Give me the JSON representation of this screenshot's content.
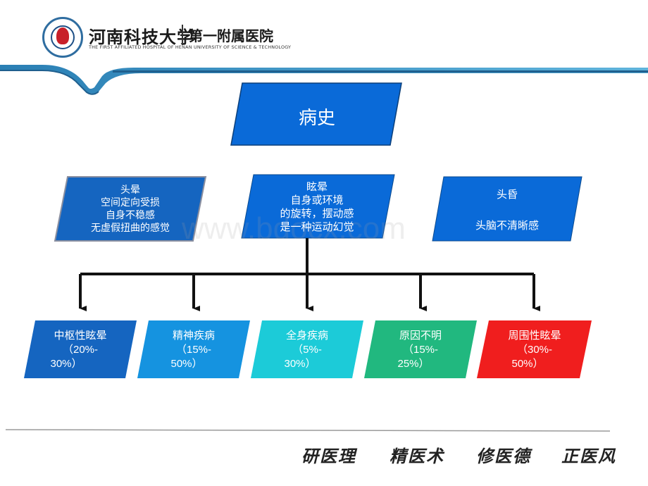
{
  "header": {
    "university": "河南科技大学",
    "hospital": "第一附属医院",
    "english": "THE FIRST AFFILIATED HOSPITAL OF HENAN UNIVERSITY OF SCIENCE & TECHNOLOGY"
  },
  "diagram": {
    "history": "病史",
    "definitions": [
      {
        "lines": [
          "头晕",
          "空间定向受损",
          "自身不稳感",
          "无虚假扭曲的感觉"
        ],
        "color": "#1565c0"
      },
      {
        "lines": [
          "眩晕",
          "自身或环境",
          "的旋转，摆动感",
          "是一种运动幻觉"
        ],
        "color": "#0a6ad8"
      },
      {
        "lines": [
          "头昏",
          "",
          "头脑不清晰感"
        ],
        "color": "#0a6ad8"
      }
    ],
    "categories": [
      {
        "name": "中枢性眩晕",
        "range_a": "（20%-",
        "range_b": "30%）",
        "color": "#1565c0"
      },
      {
        "name": "精神疾病",
        "range_a": "（15%-",
        "range_b": "50%）",
        "color": "#1593e0"
      },
      {
        "name": "全身疾病",
        "range_a": "（5%-",
        "range_b": "30%）",
        "color": "#1ccbd8"
      },
      {
        "name": "原因不明",
        "range_a": "（15%-",
        "range_b": "25%）",
        "color": "#21b87f"
      },
      {
        "name": "周围性眩晕",
        "range_a": "（30%-",
        "range_b": "50%）",
        "color": "#f01e1e"
      }
    ]
  },
  "watermark": "www.bdocx.com",
  "footer": {
    "mottos": [
      "研医理",
      "精医术",
      "修医德",
      "正医风"
    ]
  }
}
